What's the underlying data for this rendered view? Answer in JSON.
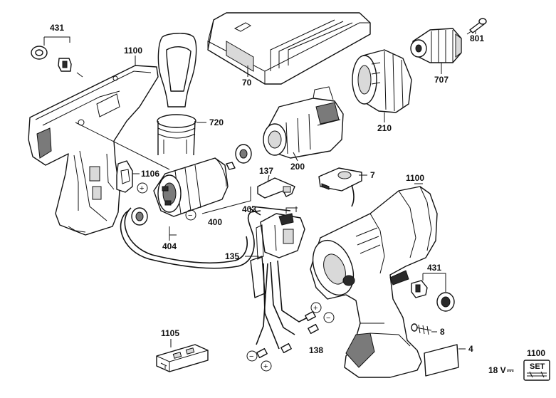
{
  "parts": [
    {
      "number": "431"
    },
    {
      "number": "1100"
    },
    {
      "number": "720"
    },
    {
      "number": "70"
    },
    {
      "number": "210"
    },
    {
      "number": "707"
    },
    {
      "number": "801"
    },
    {
      "number": "200"
    },
    {
      "number": "1106"
    },
    {
      "number": "400"
    },
    {
      "number": "403"
    },
    {
      "number": "404"
    },
    {
      "number": "137"
    },
    {
      "number": "7"
    },
    {
      "number": "1100"
    },
    {
      "number": "135"
    },
    {
      "number": "431"
    },
    {
      "number": "8"
    },
    {
      "number": "4"
    },
    {
      "number": "138"
    },
    {
      "number": "1105"
    },
    {
      "number": "1100"
    }
  ],
  "polarity": {
    "plus": "+",
    "minus": "−"
  },
  "voltage": {
    "label": "18 V",
    "dc_symbol": "⎓"
  },
  "set_badge": {
    "label": "SET"
  }
}
